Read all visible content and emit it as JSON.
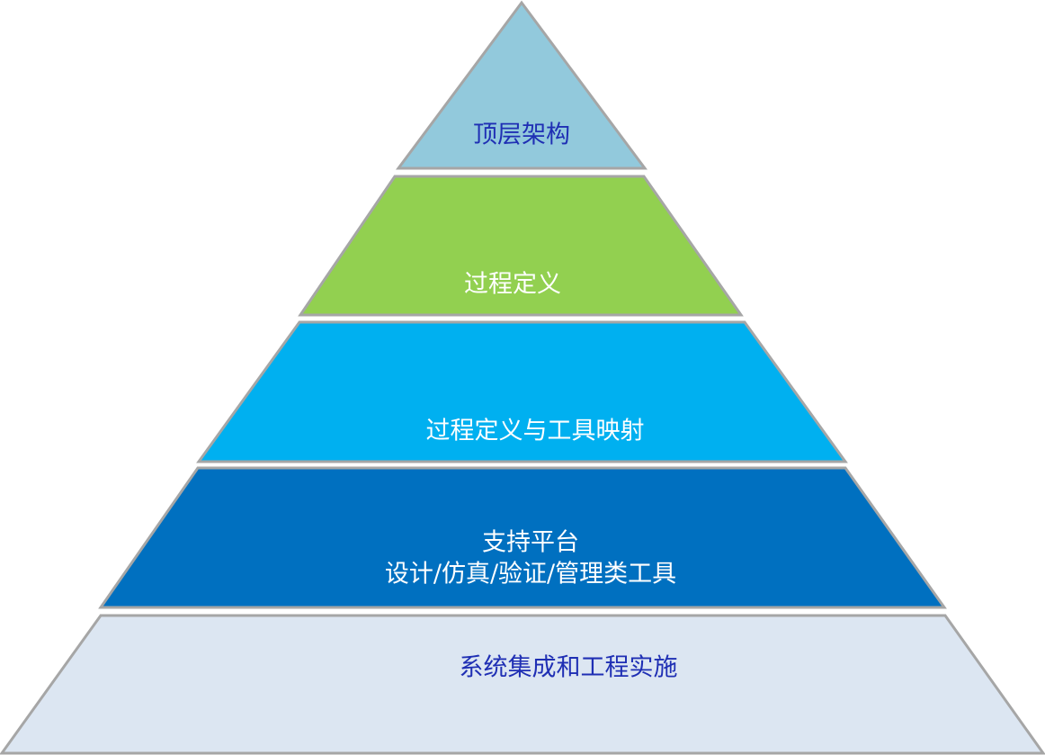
{
  "pyramid": {
    "tiers": [
      {
        "lines": [
          "顶层架构"
        ],
        "fill": "#92c9dc",
        "text_color": "#1f2fb4"
      },
      {
        "lines": [
          "过程定义"
        ],
        "fill": "#92d050",
        "text_color": "#ffffff"
      },
      {
        "lines": [
          "过程定义与工具映射"
        ],
        "fill": "#00b0f0",
        "text_color": "#ffffff"
      },
      {
        "lines": [
          "支持平台",
          "设计/仿真/验证/管理类工具"
        ],
        "fill": "#0070c0",
        "text_color": "#ffffff"
      },
      {
        "lines": [
          "系统集成和工程实施"
        ],
        "fill": "#dce6f2",
        "text_color": "#1f2fb4"
      }
    ]
  }
}
